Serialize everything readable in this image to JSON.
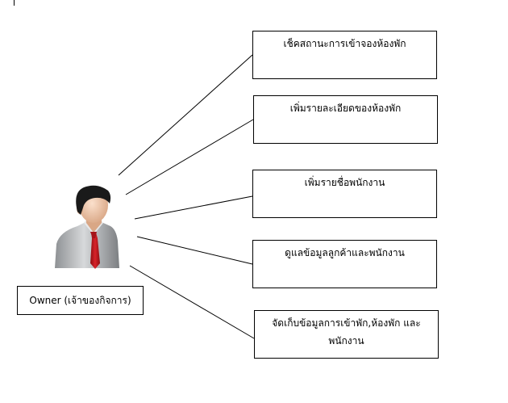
{
  "diagram": {
    "actor": {
      "label": "Owner (เจ้าของกิจการ)",
      "icon": "businessman-icon"
    },
    "use_cases": [
      {
        "lines": [
          "เช็คสถานะการเข้าจองห้องพัก"
        ]
      },
      {
        "lines": [
          "เพิ่มรายละเอียดของห้องพัก"
        ]
      },
      {
        "lines": [
          "เพิ่มรายชื่อพนักงาน"
        ]
      },
      {
        "lines": [
          "ดูแลข้อมูลลูกค้าและพนักงาน"
        ]
      },
      {
        "lines": [
          "จัดเก็บข้อมูลการเข้าพัก,ห้องพัก และ",
          "พนักงาน"
        ]
      }
    ],
    "colors": {
      "line": "#000000",
      "tie": "#c0161c",
      "shirt": "#b9bcbf",
      "hair": "#1a1a1a",
      "skin": "#f2c9ae"
    }
  }
}
